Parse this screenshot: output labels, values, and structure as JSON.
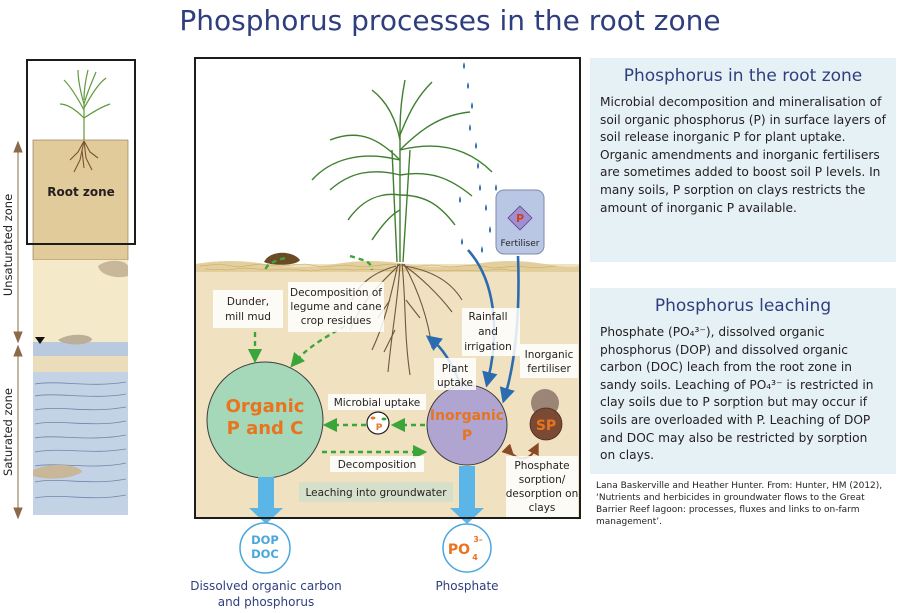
{
  "title": "Phosphorus processes in the root zone",
  "column": {
    "root_zone": "Root zone",
    "unsaturated": "Unsaturated  zone",
    "saturated": "Saturated  zone"
  },
  "diagram": {
    "organic_pool": [
      "Organic",
      "P and C"
    ],
    "inorganic_pool": [
      "Inorganic",
      "P"
    ],
    "sp": "SP",
    "fertiliser_bag": "Fertiliser",
    "fertiliser_bag_letter": "P",
    "microbial_p": "P",
    "labels": {
      "dunder": [
        "Dunder,",
        "mill mud"
      ],
      "residues": [
        "Decomposition of",
        "legume and cane",
        "crop residues"
      ],
      "rainfall": [
        "Rainfall",
        "and",
        "irrigation"
      ],
      "inorganic_fertiliser": [
        "Inorganic",
        "fertiliser"
      ],
      "plant_uptake": [
        "Plant",
        "uptake"
      ],
      "microbial_uptake": "Microbial uptake",
      "decomposition": "Decomposition",
      "sorption": [
        "Phosphate",
        "sorption/",
        "desorption on",
        "clays"
      ],
      "leaching": "Leaching into groundwater"
    },
    "dop_circle": [
      "DOP",
      "DOC"
    ],
    "po4_circle": "PO",
    "po4_sub": "4",
    "po4_sup": "3–",
    "dissolved_caption": [
      "Dissolved organic carbon",
      "and phosphorus"
    ],
    "phosphate_caption": "Phosphate"
  },
  "panels": {
    "root_zone_title": "Phosphorus in the root zone",
    "root_zone_text": "Microbial decomposition and mineralisation of soil organic phosphorus (P) in surface layers of soil release inorganic P for plant uptake.  Organic amendments and inorganic fertilisers are sometimes added to boost soil P levels.  In many soils, P sorption on clays restricts the amount of inorganic P available.",
    "leaching_title": "Phosphorus leaching",
    "leaching_text": "Phosphate (PO₄³⁻), dissolved organic phosphorus (DOP) and dissolved organic carbon (DOC) leach from the root zone in sandy soils. Leaching of PO₄³⁻ is restricted in clay soils due to P sorption but may occur if soils are overloaded with P. Leaching of DOP and DOC may also be restricted by sorption on clays."
  },
  "credit": "Lana Baskerville and Heather Hunter.  From: Hunter, HM (2012), ‘Nutrients and herbicides in groundwater flows to the Great Barrier Reef lagoon: processes, fluxes and links to on-farm management’.",
  "colors": {
    "title": "#2f3f7e",
    "organic": "#a5d8b8",
    "organic_text": "#e8741f",
    "inorganic": "#b0a5d0",
    "green_arrow": "#3aa63a",
    "blue_arrow": "#2b6cb0",
    "leach": "#5bb5e6",
    "soil": "#f0e1c0",
    "water": "#c9d7ea",
    "panel": "#e6f1f6"
  }
}
